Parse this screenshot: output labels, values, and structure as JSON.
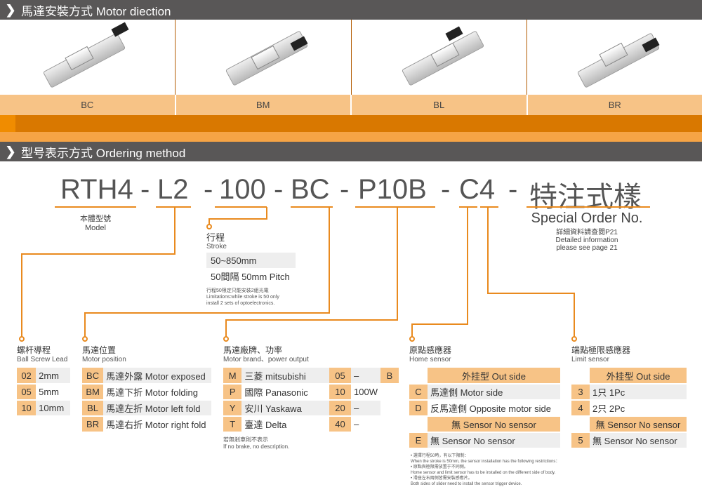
{
  "section1": {
    "title": "馬達安裝方式 Motor diection"
  },
  "directions": [
    "BC",
    "BM",
    "BL",
    "BR"
  ],
  "section2": {
    "title": "型号表示方式 Ordering method"
  },
  "code": {
    "parts": [
      "RTH4",
      "-",
      "L2",
      "-",
      "100",
      "-",
      "BC",
      "-",
      "P10B",
      "-",
      "C4",
      "-",
      "特注式樣"
    ]
  },
  "model": {
    "zh": "本體型號",
    "en": "Model"
  },
  "stroke": {
    "zh": "行程",
    "en": "Stroke",
    "rows": [
      "50~850mm",
      "50間隔 50mm Pitch"
    ],
    "note_zh": "行程50限定只能安装2組光電",
    "note_en1": "Limitations:while stroke is 50 only",
    "note_en2": "install 2 sets of optoelectronics."
  },
  "special": {
    "title": "Special Order No.",
    "zh": "詳細資料請查閱P21",
    "en1": "Detailed information",
    "en2": "please see page 21"
  },
  "lead": {
    "zh": "螺杆導程",
    "en": "Ball Screw Lead",
    "rows": [
      [
        "02",
        "2mm"
      ],
      [
        "05",
        "5mm"
      ],
      [
        "10",
        "10mm"
      ]
    ]
  },
  "motorpos": {
    "zh": "馬達位置",
    "en": "Motor position",
    "rows": [
      [
        "BC",
        "馬達外露 Motor exposed"
      ],
      [
        "BM",
        "馬達下折 Motor folding"
      ],
      [
        "BL",
        "馬達左折 Motor left fold"
      ],
      [
        "BR",
        "馬達右折 Motor right fold"
      ]
    ]
  },
  "brand": {
    "zh": "馬達廠牌、功率",
    "en": "Motor brand、power output",
    "rows": [
      [
        "M",
        "三菱 mitsubishi",
        "05",
        "–",
        "B"
      ],
      [
        "P",
        "國際 Panasonic",
        "10",
        "100W",
        ""
      ],
      [
        "Y",
        "安川 Yaskawa",
        "20",
        "–",
        ""
      ],
      [
        "T",
        "臺達 Delta",
        "40",
        "–",
        ""
      ]
    ],
    "note_zh": "若無剎車則不表示",
    "note_en": "If no brake, no description."
  },
  "home": {
    "zh": "原點感應器",
    "en": "Home sensor",
    "rows": [
      [
        "",
        "外挂型 Out side"
      ],
      [
        "C",
        "馬達側 Motor side"
      ],
      [
        "D",
        "反馬達側 Opposite motor side"
      ],
      [
        "",
        "無 Sensor No sensor"
      ],
      [
        "E",
        "無 Sensor No sensor"
      ]
    ],
    "notes": [
      "• 選擇行程50時，有以下限制：",
      "When the stroke is 50mm, the sensor installation has the following restrictions：",
      "• 原點與極限需放置于不同側。",
      "Home sensor and limit sensor has to be installed on the different side of body.",
      "• 滑座左右兩側皆需安裝感應片。",
      "Both sides of slider need to install the sensor trigger device."
    ]
  },
  "limit": {
    "zh": "端點極限感應器",
    "en": "Limit sensor",
    "rows": [
      [
        "",
        "外挂型 Out side"
      ],
      [
        "3",
        "1只 1Pc"
      ],
      [
        "4",
        "2只 2Pc"
      ],
      [
        "",
        "無 Sensor No sensor"
      ],
      [
        "5",
        "無 Sensor No sensor"
      ]
    ]
  },
  "colors": {
    "accent": "#e98a1e",
    "bar": "#595757",
    "label_bg": "#f7c386"
  }
}
